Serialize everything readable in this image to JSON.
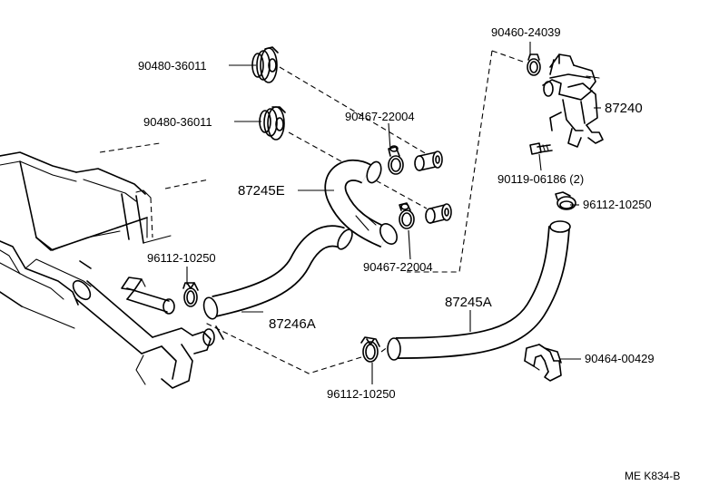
{
  "labels": {
    "grommet_upper": "90480-36011",
    "grommet_lower": "90480-36011",
    "clamp_valve": "90460-24039",
    "water_valve": "87240",
    "clamp_upper": "90467-22004",
    "clamp_lower": "90467-22004",
    "bolt": "90119-06186 (2)",
    "clip_valve": "96112-10250",
    "hose_e": "87245E",
    "clip_left": "96112-10250",
    "hose_246a": "87246A",
    "hose_245a": "87245A",
    "bracket": "90464-00429",
    "clip_bottom": "96112-10250"
  },
  "reference": "ME K834-B"
}
